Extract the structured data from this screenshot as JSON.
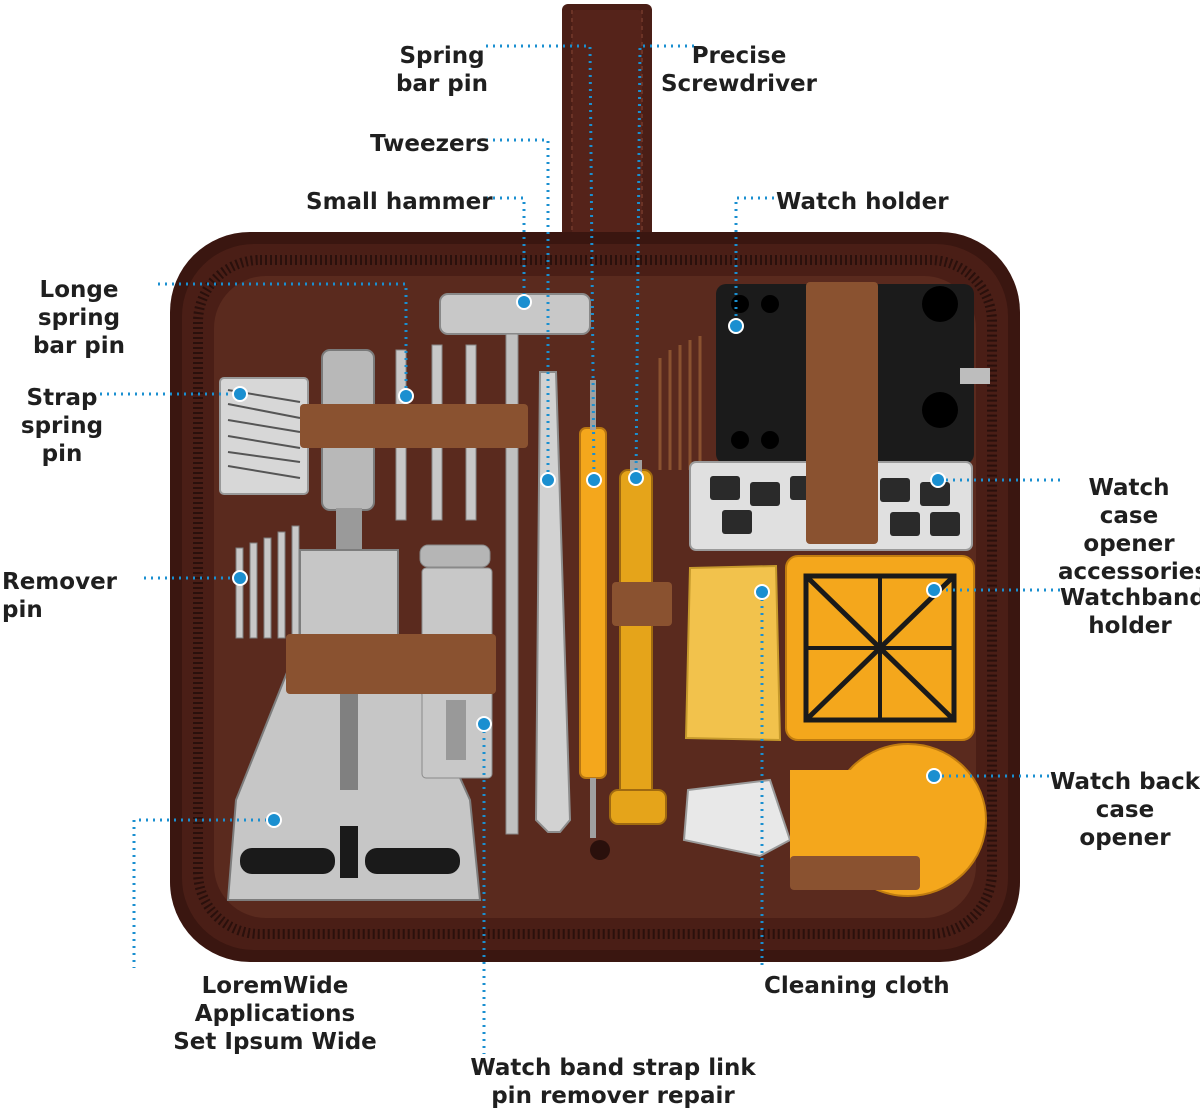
{
  "colors": {
    "case": "#4a1e16",
    "case_inner": "#5a2a1e",
    "zipper": "#2e1410",
    "strap": "#8a5230",
    "leader": "#1a8fd0",
    "label_text": "#1f1f1f",
    "accent_orange": "#f4a71c",
    "cloth_yellow": "#f2c24c"
  },
  "labels": {
    "spring_bar_pin": "Spring\nbar pin",
    "precise_screwdriver": "Precise\nScrewdriver",
    "tweezers": "Tweezers",
    "small_hammer": "Small hammer",
    "watch_holder": "Watch holder",
    "longe_spring_bar_pin": "Longe spring\nbar pin",
    "strap_spring_pin": "Strap\nspring pin",
    "watch_case_opener_accessories": "Watch case\nopener\naccessories",
    "remover_pin": "Remover pin",
    "watchband_holder": "Watchband\nholder",
    "watch_back_case_opener": "Watch back\ncase opener",
    "applications_set": "LoremWide Applications\nSet Ipsum Wide",
    "cleaning_cloth": "Cleaning cloth",
    "watch_band_remover": "Watch band strap link\npin remover repair"
  }
}
